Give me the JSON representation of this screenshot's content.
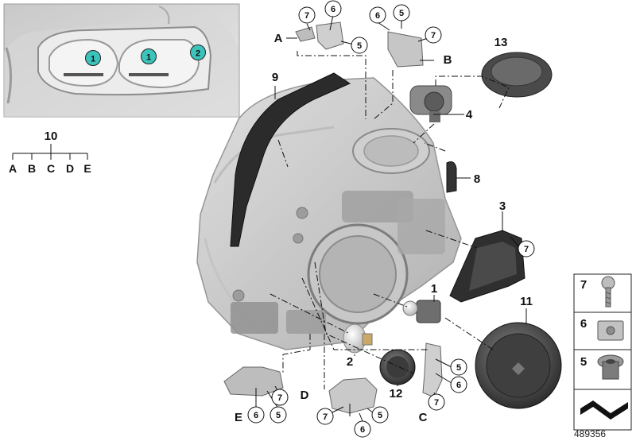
{
  "inset": {
    "markers": [
      {
        "label": "1",
        "color": "#3cc3bc"
      },
      {
        "label": "1",
        "color": "#3cc3bc"
      },
      {
        "label": "2",
        "color": "#3cc3bc"
      }
    ]
  },
  "legend_tree": {
    "root": "10",
    "leaves": [
      "A",
      "B",
      "C",
      "D",
      "E"
    ]
  },
  "callouts": {
    "n1": "1",
    "n2": "2",
    "n3": "3",
    "n4": "4",
    "n8": "8",
    "n9": "9",
    "n11": "11",
    "n12": "12",
    "n13": "13",
    "lA": "A",
    "lB": "B",
    "lC": "C",
    "lD": "D",
    "lE": "E"
  },
  "circled": {
    "c7a": "7",
    "c6a": "6",
    "c5a": "5",
    "c6b": "6",
    "c5b": "5",
    "c7b": "7",
    "c7c": "7",
    "c5d": "5",
    "c6d": "6",
    "c7d": "7",
    "c7e": "7",
    "c6e": "6",
    "c5e": "5",
    "c7f": "7",
    "c6f": "6",
    "c5f": "5"
  },
  "parts_panel": {
    "items": [
      {
        "number": "7",
        "icon": "screw-icon"
      },
      {
        "number": "6",
        "icon": "clip-nut-icon"
      },
      {
        "number": "5",
        "icon": "expanding-nut-icon"
      }
    ],
    "footer_icon": "shim-icon"
  },
  "document_number": "489356"
}
